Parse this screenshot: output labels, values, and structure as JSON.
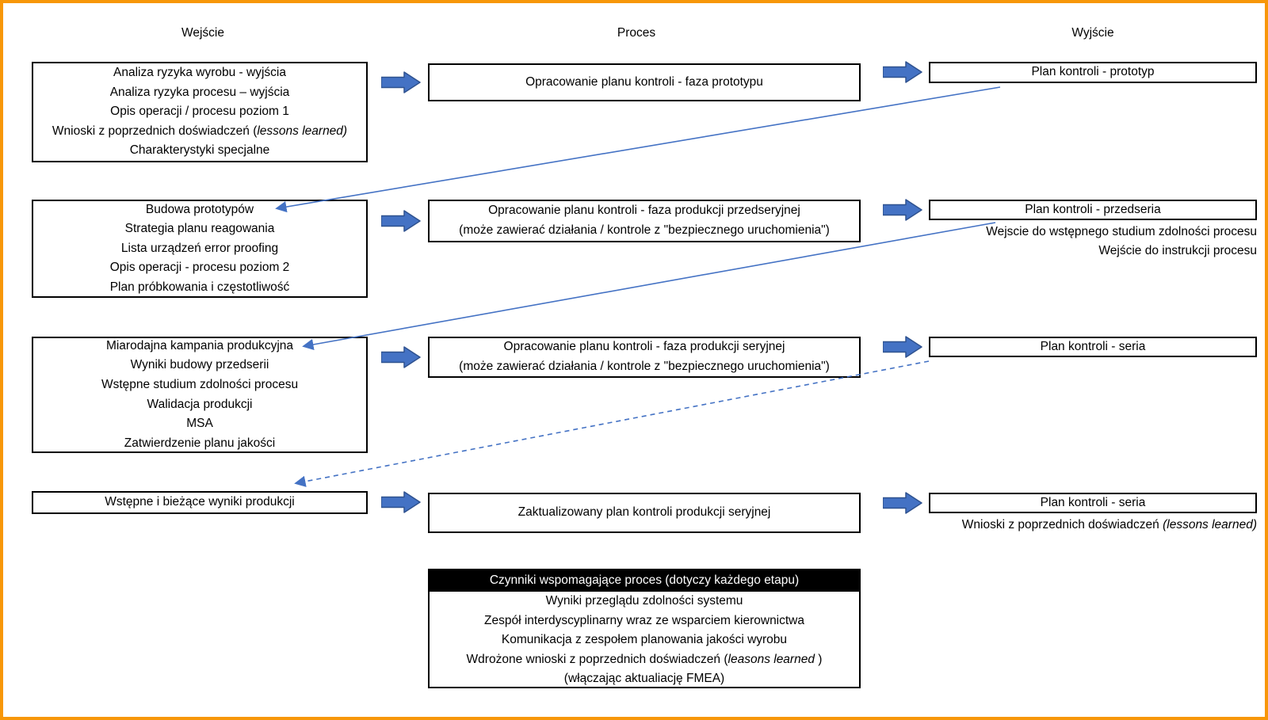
{
  "colors": {
    "page_border": "#F79709",
    "box_border": "#000000",
    "arrow_fill": "#4472C4",
    "arrow_stroke": "#2F528F",
    "connector_blue": "#4472C4",
    "support_header_bg": "#000000",
    "support_header_fg": "#FFFFFF"
  },
  "headers": {
    "input": "Wejście",
    "process": "Proces",
    "output": "Wyjście"
  },
  "row1": {
    "input": {
      "l1": "Analiza ryzyka wyrobu - wyjścia",
      "l2": "Analiza ryzyka procesu – wyjścia",
      "l3": "Opis operacji / procesu poziom 1",
      "l4_pre": "Wnioski z poprzednich doświadczeń (",
      "l4_em": "lessons learned)",
      "l5": "Charakterystyki specjalne"
    },
    "process": {
      "l1": "Opracowanie planu kontroli - faza prototypu"
    },
    "output": {
      "title": "Plan kontroli - prototyp"
    }
  },
  "row2": {
    "input": {
      "l1": "Budowa prototypów",
      "l2": "Strategia planu reagowania",
      "l3": "Lista urządzeń error proofing",
      "l4": "Opis operacji - procesu poziom 2",
      "l5": "Plan próbkowania i częstotliwość"
    },
    "process": {
      "l1": "Opracowanie planu kontroli - faza produkcji przedseryjnej",
      "l2": "(może zawierać działania / kontrole z \"bezpiecznego uruchomienia\")"
    },
    "output": {
      "title": "Plan kontroli - przedseria",
      "note1": "Wejscie do wstępnego studium zdolności procesu",
      "note2": "Wejście do instrukcji procesu"
    }
  },
  "row3": {
    "input": {
      "l1": "Miarodajna kampania produkcyjna",
      "l2": "Wyniki budowy przedserii",
      "l3": "Wstępne studium zdolności procesu",
      "l4": "Walidacja produkcji",
      "l5": "MSA",
      "l6": "Zatwierdzenie planu jakości"
    },
    "process": {
      "l1": "Opracowanie planu kontroli - faza produkcji seryjnej",
      "l2": "(może zawierać działania / kontrole z \"bezpiecznego uruchomienia\")"
    },
    "output": {
      "title": "Plan kontroli - seria"
    }
  },
  "row4": {
    "input": {
      "l1": "Wstępne i bieżące wyniki produkcji"
    },
    "process": {
      "l1": "Zaktualizowany plan kontroli produkcji seryjnej"
    },
    "output": {
      "title": "Plan kontroli - seria",
      "note_pre": "Wnioski z poprzednich doświadczeń ",
      "note_em": "(lessons learned)"
    }
  },
  "support": {
    "title": "Czynniki wspomagające proces (dotyczy każdego etapu)",
    "l1": "Wyniki przeglądu zdolności systemu",
    "l2": "Zespół interdyscyplinarny wraz ze wsparciem kierownictwa",
    "l3": "Komunikacja z zespołem planowania jakości wyrobu",
    "l4_pre": "Wdrożone wnioski z poprzednich doświadczeń (",
    "l4_em": "leasons learned",
    "l4_post": " )",
    "l5": "(włączając aktualiację FMEA)"
  }
}
